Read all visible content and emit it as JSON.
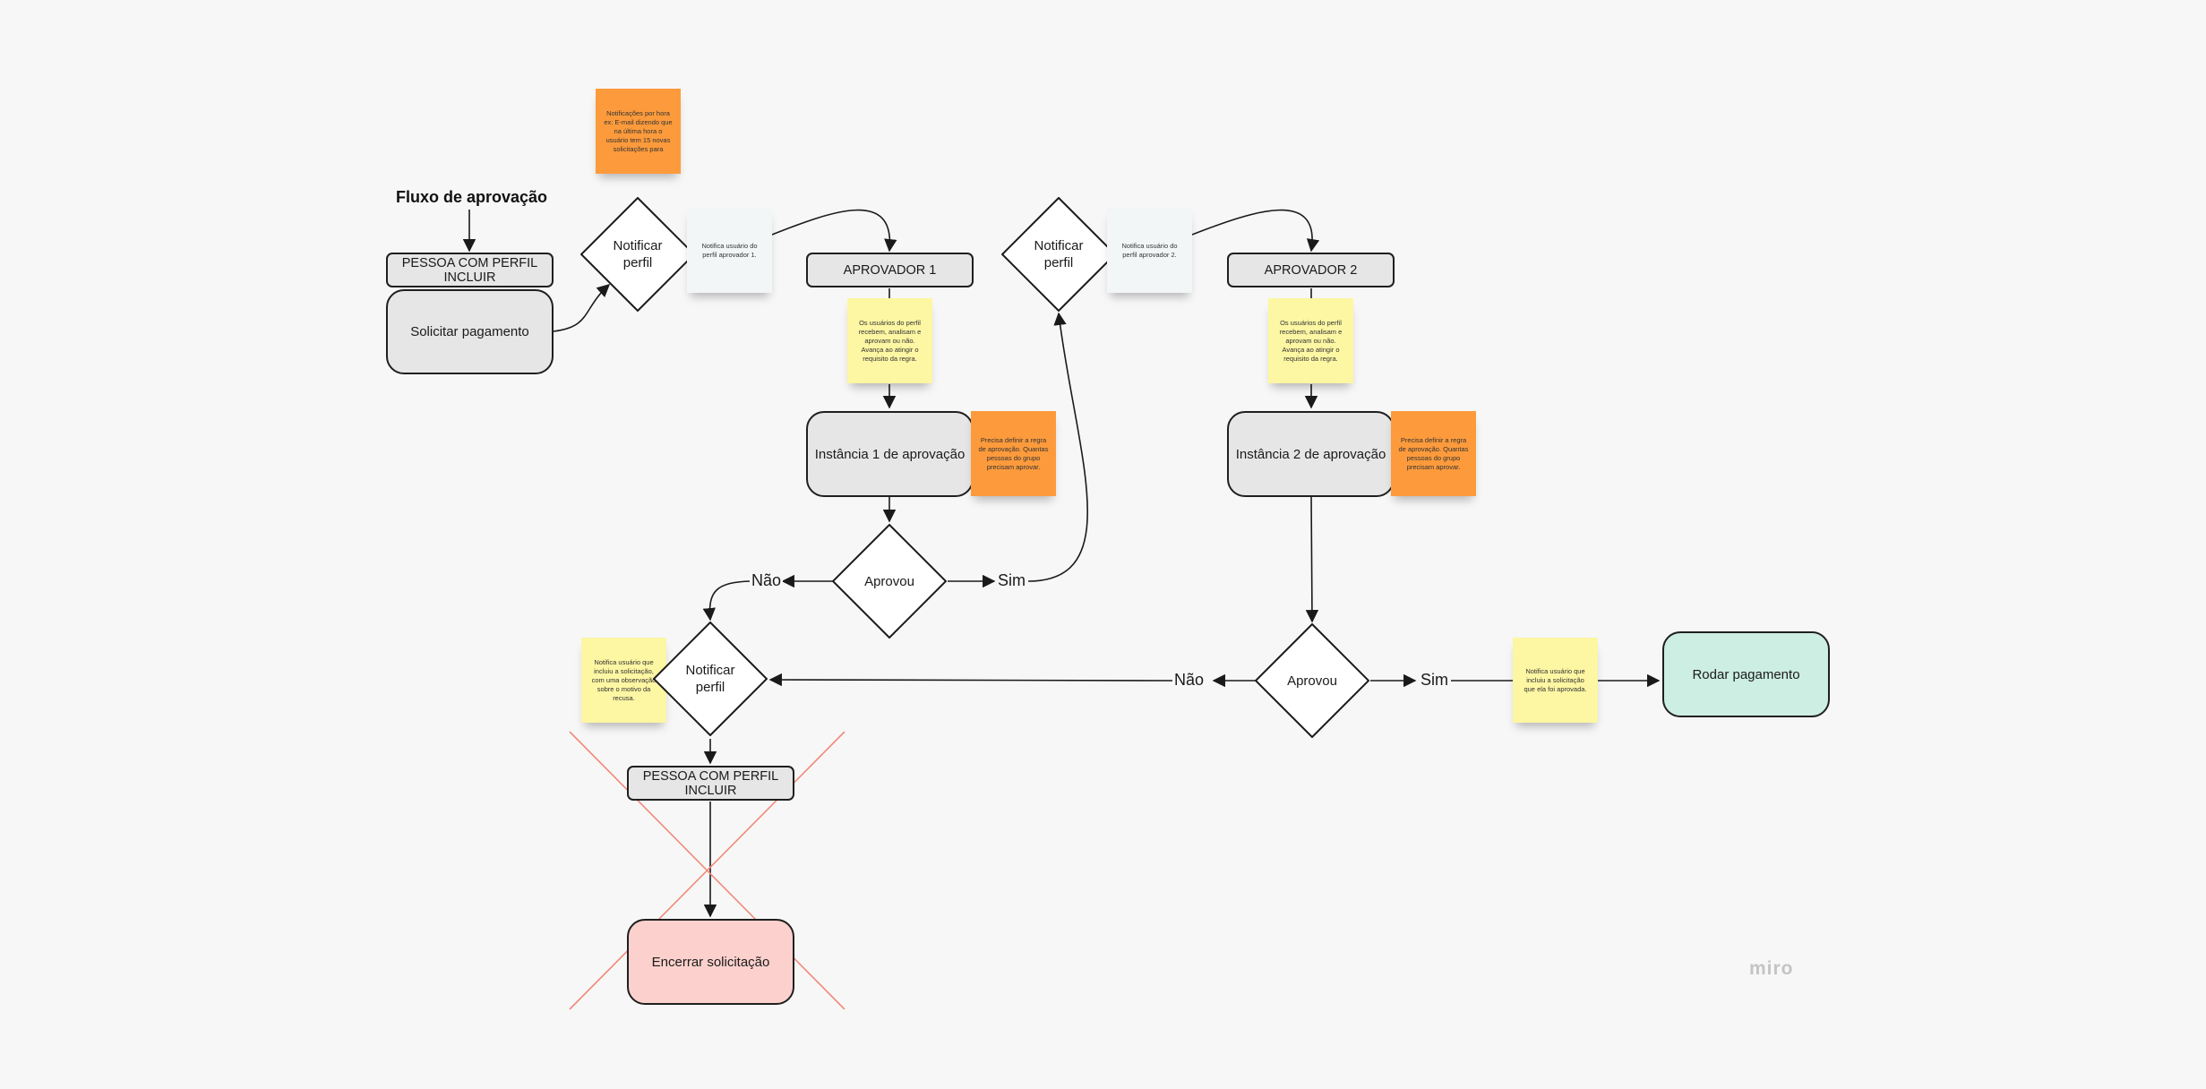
{
  "board": {
    "title": "Fluxo de aprovação",
    "watermark": "miro",
    "colors": {
      "node_fill": "#e6e6e6",
      "end_fill": "#fcd1cd",
      "pay_fill": "#cdeee2",
      "sticky_yellow": "#fdf6a3",
      "sticky_orange": "#fd9b3c",
      "cross": "#f08a7a"
    }
  },
  "nodes": {
    "lane_incluir_top": "PESSOA COM PERFIL INCLUIR",
    "solicitar": "Solicitar pagamento",
    "notificar_1": "Notificar perfil",
    "aprovador_1": "APROVADOR 1",
    "instancia_1": "Instância 1 de aprovação",
    "aprovou_1": "Aprovou",
    "notificar_2": "Notificar perfil",
    "aprovador_2": "APROVADOR 2",
    "instancia_2": "Instância 2 de aprovação",
    "aprovou_2": "Aprovou",
    "rodar_pagamento": "Rodar pagamento",
    "notificar_3": "Notificar perfil",
    "lane_incluir_bottom": "PESSOA COM PERFIL INCLUIR",
    "encerrar": "Encerrar solicitação"
  },
  "stickies": {
    "notif_hora": "Notificações por hora ex: E-mail dizendo que na última hora o usuário tem 15 novas solicitações para",
    "notif_aprov1": "Notifica usuário do perfil aprovador 1.",
    "notif_aprov2": "Notifica usuário do perfil aprovador 2.",
    "usuarios_1": "Os usuários do perfil recebem, analisam e aprovam ou não. Avança ao atingir o requisito da regra.",
    "usuarios_2": "Os usuários do perfil recebem, analisam e aprovam ou não. Avança ao atingir o requisito da regra.",
    "regra_1": "Precisa definir a regra de aprovação. Quantas pessoas do grupo precisam aprovar.",
    "regra_2": "Precisa definir a regra de aprovação. Quantas pessoas do grupo precisam aprovar.",
    "recusa": "Notifica usuário que incluiu a solicitação, com uma observação sobre o motivo da recusa.",
    "aprovada": "Notifica usuário que incluiu a solicitação que ela foi aprovada."
  },
  "edge_labels": {
    "nao_1": "Não",
    "sim_1": "Sim",
    "nao_2": "Não",
    "sim_2": "Sim"
  }
}
